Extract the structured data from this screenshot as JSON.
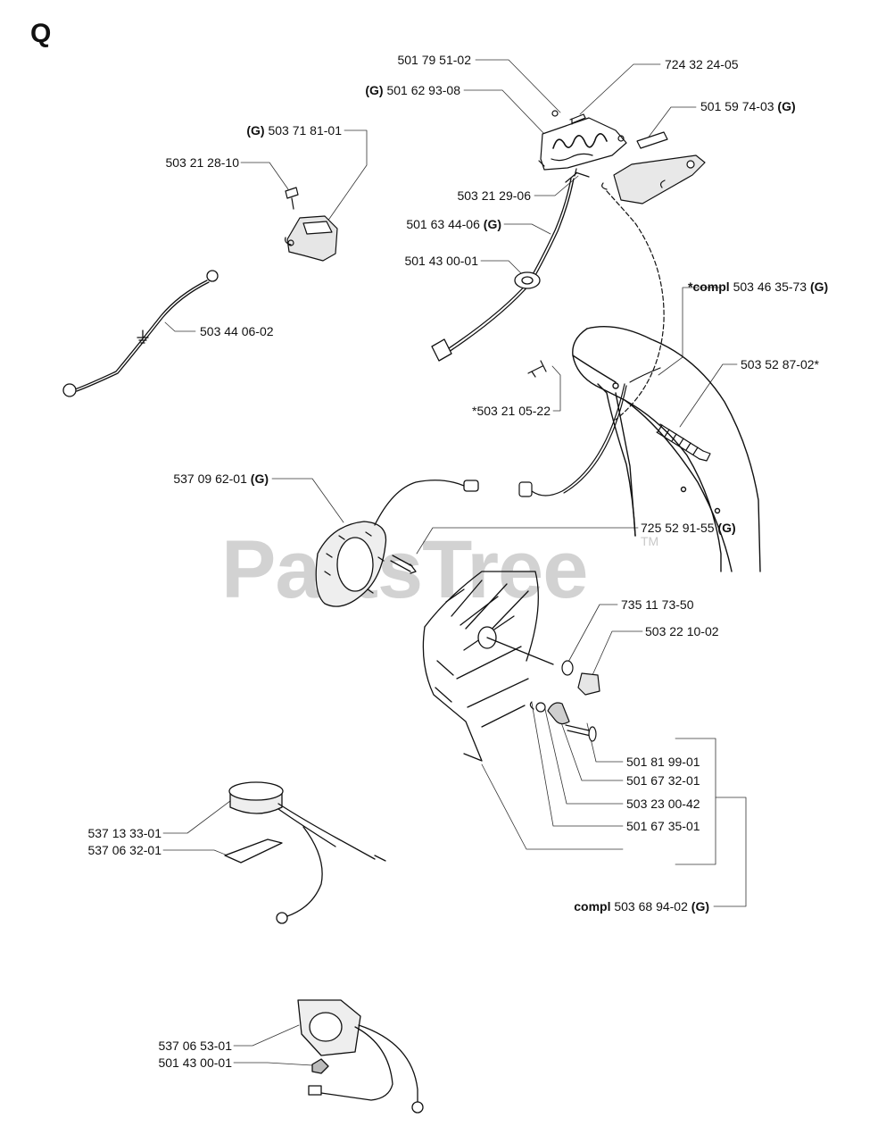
{
  "section_letter": "Q",
  "watermark": {
    "text": "PartsTree",
    "tm": "TM"
  },
  "labels": [
    {
      "id": "l1",
      "prefix": "",
      "number": "501 79 51-02",
      "suffix": ""
    },
    {
      "id": "l2",
      "prefix": "",
      "number": "724 32 24-05",
      "suffix": ""
    },
    {
      "id": "l3",
      "prefix": "(G)",
      "number": "501 62 93-08",
      "suffix": ""
    },
    {
      "id": "l4",
      "prefix": "",
      "number": "501 59 74-03",
      "suffix": "(G)"
    },
    {
      "id": "l5",
      "prefix": "(G)",
      "number": "503 71 81-01",
      "suffix": ""
    },
    {
      "id": "l6",
      "prefix": "",
      "number": "503 21 28-10",
      "suffix": ""
    },
    {
      "id": "l7",
      "prefix": "",
      "number": "503 21 29-06",
      "suffix": ""
    },
    {
      "id": "l8",
      "prefix": "",
      "number": "501 63 44-06",
      "suffix": "(G)"
    },
    {
      "id": "l9",
      "prefix": "",
      "number": "501 43 00-01",
      "suffix": ""
    },
    {
      "id": "l10",
      "prefix": "*compl",
      "number": "503 46 35-73",
      "suffix": "(G)"
    },
    {
      "id": "l11",
      "prefix": "",
      "number": "503 44 06-02",
      "suffix": ""
    },
    {
      "id": "l12",
      "prefix": "",
      "number": "503 52 87-02*",
      "suffix": ""
    },
    {
      "id": "l13",
      "prefix": "",
      "number": "*503 21 05-22",
      "suffix": ""
    },
    {
      "id": "l14",
      "prefix": "",
      "number": "537 09 62-01",
      "suffix": "(G)"
    },
    {
      "id": "l15",
      "prefix": "",
      "number": "725 52 91-55",
      "suffix": "(G)"
    },
    {
      "id": "l16",
      "prefix": "",
      "number": "735 11 73-50",
      "suffix": ""
    },
    {
      "id": "l17",
      "prefix": "",
      "number": "503 22 10-02",
      "suffix": ""
    },
    {
      "id": "l18",
      "prefix": "",
      "number": "501 81 99-01",
      "suffix": ""
    },
    {
      "id": "l19",
      "prefix": "",
      "number": "501 67 32-01",
      "suffix": ""
    },
    {
      "id": "l20",
      "prefix": "",
      "number": "503 23 00-42",
      "suffix": ""
    },
    {
      "id": "l21",
      "prefix": "",
      "number": "501 67 35-01",
      "suffix": ""
    },
    {
      "id": "l22",
      "prefix": "compl",
      "number": "503 68 94-02",
      "suffix": "(G)"
    },
    {
      "id": "l23",
      "prefix": "",
      "number": "537 13 33-01",
      "suffix": ""
    },
    {
      "id": "l24",
      "prefix": "",
      "number": "537 06 32-01",
      "suffix": ""
    },
    {
      "id": "l25",
      "prefix": "",
      "number": "537 06 53-01",
      "suffix": ""
    },
    {
      "id": "l26",
      "prefix": "",
      "number": "501 43 00-01",
      "suffix": ""
    }
  ]
}
